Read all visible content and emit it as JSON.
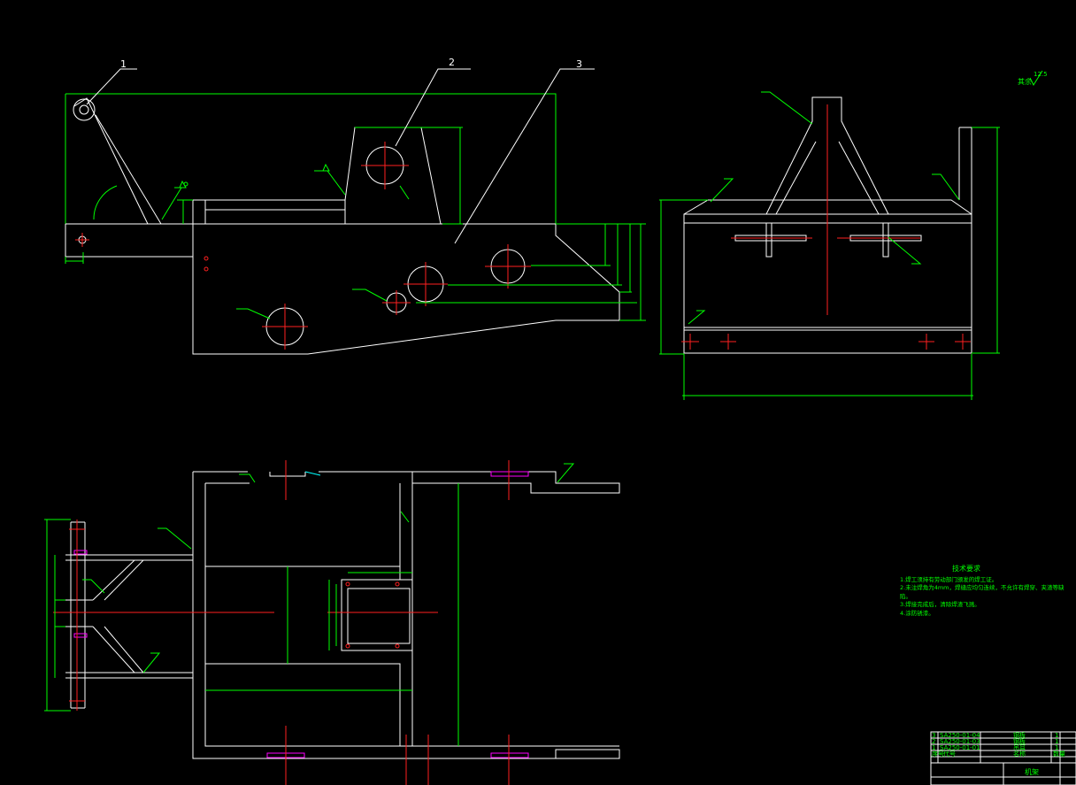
{
  "drawing": {
    "balloons": [
      {
        "label": "1"
      },
      {
        "label": "2"
      },
      {
        "label": "3"
      }
    ],
    "roughness_note": "其余",
    "roughness_value": "12.5",
    "technical_requirements": {
      "title": "技术要求",
      "items": [
        "1.焊工须持有劳动部门颁发的焊工证。",
        "2.未注焊角为4mm，焊缝应均匀连续，不允许有焊穿、夹渣等缺陷。",
        "3.焊接完成后，清除焊渣飞溅。",
        "4.涂防锈漆。"
      ]
    },
    "title_block": {
      "rows": [
        {
          "no": "3",
          "code": "SA250-01-04",
          "name": "钢板",
          "qty": "1"
        },
        {
          "no": "2",
          "code": "SA250-01-03",
          "name": "钢板",
          "qty": "1"
        },
        {
          "no": "1",
          "code": "SA250-01-01",
          "name": "吊耳",
          "qty": "1"
        }
      ],
      "header": {
        "no": "序号",
        "code": "代号",
        "name": "名称",
        "qty": "数量"
      },
      "drawing_name": "机架"
    },
    "colors": {
      "outline": "#ffffff",
      "dimension": "#00ff00",
      "centerline": "#ff2020",
      "hidden": "#ff00ff",
      "section": "#00ffff",
      "background": "#000000"
    }
  }
}
